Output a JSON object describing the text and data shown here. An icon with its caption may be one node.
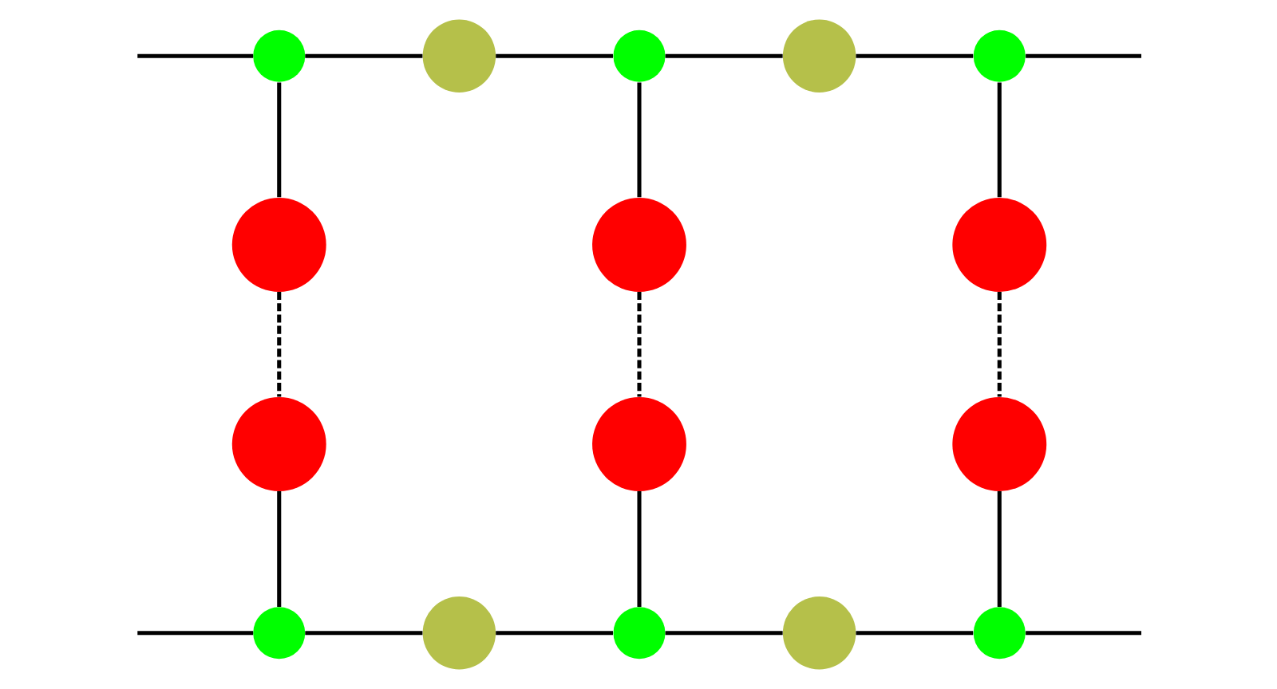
{
  "diagram": {
    "nodes": [
      {
        "text": [],
        "shape": "circle"
      },
      {
        "text": [],
        "shape": "circle"
      },
      {
        "text": [],
        "shape": "circle"
      },
      {
        "text": [],
        "shape": "circle"
      },
      {
        "text": [],
        "shape": "circle"
      },
      {
        "text": [],
        "shape": "circle"
      },
      {
        "text": [],
        "shape": "circle"
      },
      {
        "text": [],
        "shape": "circle"
      },
      {
        "text": [],
        "shape": "circle"
      },
      {
        "text": [],
        "shape": "circle"
      },
      {
        "text": [],
        "shape": "circle"
      },
      {
        "text": [],
        "shape": "circle"
      },
      {
        "text": [],
        "shape": "circle"
      },
      {
        "text": [],
        "shape": "circle"
      },
      {
        "text": [],
        "shape": "circle"
      },
      {
        "text": [],
        "shape": "circle"
      }
    ],
    "edges": [
      {
        "from": null,
        "to": 0,
        "arrow": "none"
      },
      {
        "from": 0,
        "to": 1,
        "arrow": "none"
      },
      {
        "from": 1,
        "to": 2,
        "arrow": "none"
      },
      {
        "from": 2,
        "to": 3,
        "arrow": "none"
      },
      {
        "from": 3,
        "to": 4,
        "arrow": "none"
      },
      {
        "from": 4,
        "to": null,
        "arrow": "none"
      },
      {
        "from": 0,
        "to": 5,
        "arrow": "none"
      },
      {
        "from": 5,
        "to": 8,
        "arrow": "none",
        "style": "dashed"
      },
      {
        "from": 8,
        "to": 11,
        "arrow": "none"
      },
      {
        "from": 2,
        "to": 6,
        "arrow": "none"
      },
      {
        "from": 6,
        "to": 9,
        "arrow": "none",
        "style": "dashed"
      },
      {
        "from": 9,
        "to": 13,
        "arrow": "none"
      },
      {
        "from": 4,
        "to": 7,
        "arrow": "none"
      },
      {
        "from": 7,
        "to": 10,
        "arrow": "none",
        "style": "dashed"
      },
      {
        "from": 10,
        "to": 15,
        "arrow": "none"
      },
      {
        "from": null,
        "to": 11,
        "arrow": "none"
      },
      {
        "from": 11,
        "to": 12,
        "arrow": "none"
      },
      {
        "from": 12,
        "to": 13,
        "arrow": "none"
      },
      {
        "from": 13,
        "to": 14,
        "arrow": "none"
      },
      {
        "from": 14,
        "to": 15,
        "arrow": "none"
      },
      {
        "from": 15,
        "to": null,
        "arrow": "none"
      }
    ]
  }
}
